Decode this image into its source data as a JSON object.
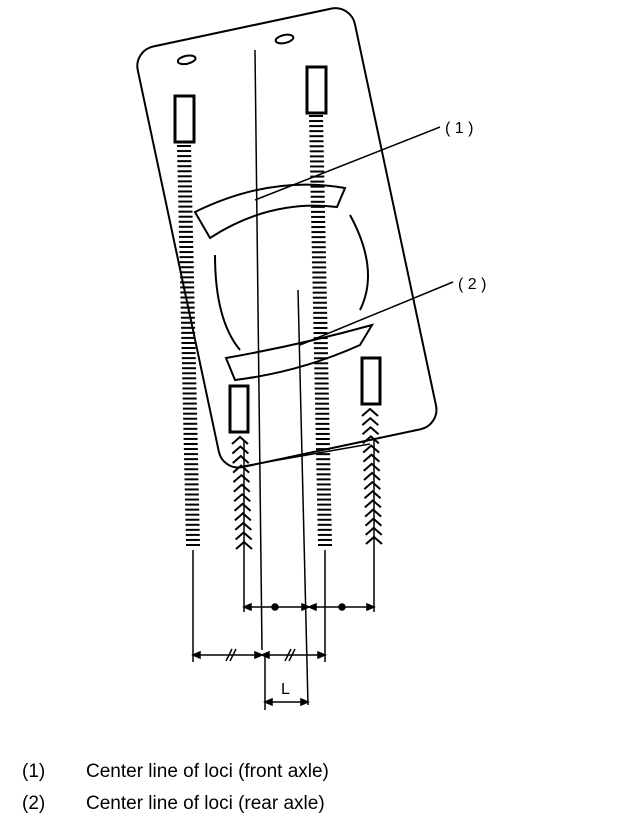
{
  "callouts": {
    "front": "( 1 )",
    "rear": "( 2 )",
    "dimension_L": "L"
  },
  "legend": [
    {
      "num": "(1)",
      "text": "Center line of loci (front axle)"
    },
    {
      "num": "(2)",
      "text": "Center line of loci (rear axle)"
    }
  ]
}
